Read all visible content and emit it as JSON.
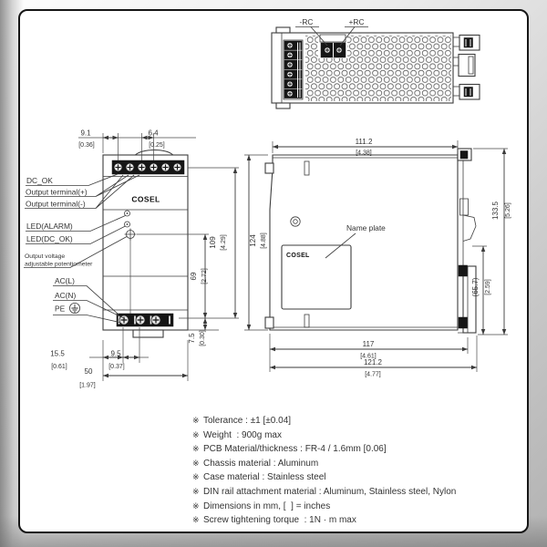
{
  "views": {
    "top": {
      "labels": {
        "minus_rc": "-RC",
        "plus_rc": "+RC"
      }
    },
    "front": {
      "brand": "COSEL",
      "callouts": {
        "dc_ok": "DC_OK",
        "out_plus": "Output terminal(+)",
        "out_minus": "Output terminal(-)",
        "led_alarm": "LED(ALARM)",
        "led_dc_ok": "LED(DC_OK)",
        "pot_line1": "Output voltage",
        "pot_line2": "adjustable potentiometer",
        "ac_l": "AC(L)",
        "ac_n": "AC(N)",
        "pe": "PE"
      },
      "dims": {
        "d9_1": {
          "mm": "9.1",
          "in": "[0.36]"
        },
        "d6_4": {
          "mm": "6.4",
          "in": "[0.25]"
        },
        "d109": {
          "mm": "109",
          "in": "[4.29]"
        },
        "d69": {
          "mm": "69",
          "in": "[2.72]"
        },
        "d7_5": {
          "mm": "7.5",
          "in": "[0.30]"
        },
        "d15_5": {
          "mm": "15.5",
          "in": "[0.61]"
        },
        "d9_5": {
          "mm": "9.5",
          "in": "[0.37]"
        },
        "d50": {
          "mm": "50",
          "in": "[1.97]"
        }
      }
    },
    "side": {
      "brand": "COSEL",
      "name_plate_label": "Name plate",
      "dims": {
        "d111_2": {
          "mm": "111.2",
          "in": "[4.38]"
        },
        "d124": {
          "mm": "124",
          "in": "[4.88]"
        },
        "d133_5": {
          "mm": "133.5",
          "in": "[5.26]"
        },
        "d65_7": {
          "mm": "(65.7)",
          "in": "[2.59]"
        },
        "d117": {
          "mm": "117",
          "in": "[4.61]"
        },
        "d121_2": {
          "mm": "121.2",
          "in": "[4.77]"
        }
      }
    }
  },
  "notes": {
    "marker": "※",
    "items": [
      "Tolerance : ±1 [±0.04]",
      "Weight  : 900g max",
      "PCB Material/thickness : FR-4 / 1.6mm [0.06]",
      "Chassis material : Aluminum",
      "Case material : Stainless steel",
      "DIN rail attachment material : Aluminum, Stainless steel, Nylon",
      "Dimensions in mm, [  ] = inches",
      "Screw tightening torque  : 1N · m max"
    ]
  }
}
